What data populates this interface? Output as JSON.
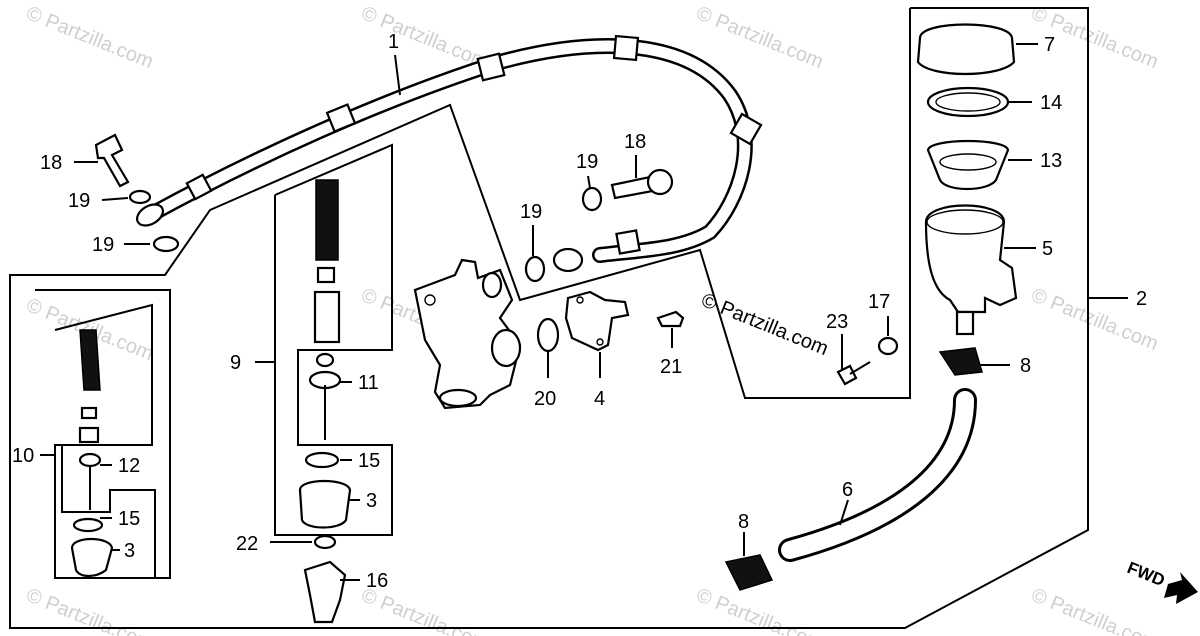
{
  "watermark": "© Partzilla.com",
  "direction_label": "FWD",
  "callouts": [
    {
      "id": "c1",
      "text": "1"
    },
    {
      "id": "c2",
      "text": "2"
    },
    {
      "id": "c3a",
      "text": "3"
    },
    {
      "id": "c3b",
      "text": "3"
    },
    {
      "id": "c4",
      "text": "4"
    },
    {
      "id": "c5",
      "text": "5"
    },
    {
      "id": "c6",
      "text": "6"
    },
    {
      "id": "c7",
      "text": "7"
    },
    {
      "id": "c8a",
      "text": "8"
    },
    {
      "id": "c8b",
      "text": "8"
    },
    {
      "id": "c9",
      "text": "9"
    },
    {
      "id": "c10",
      "text": "10"
    },
    {
      "id": "c11",
      "text": "11"
    },
    {
      "id": "c12",
      "text": "12"
    },
    {
      "id": "c13",
      "text": "13"
    },
    {
      "id": "c14",
      "text": "14"
    },
    {
      "id": "c15a",
      "text": "15"
    },
    {
      "id": "c15b",
      "text": "15"
    },
    {
      "id": "c16",
      "text": "16"
    },
    {
      "id": "c17",
      "text": "17"
    },
    {
      "id": "c18a",
      "text": "18"
    },
    {
      "id": "c18b",
      "text": "18"
    },
    {
      "id": "c19a",
      "text": "19"
    },
    {
      "id": "c19b",
      "text": "19"
    },
    {
      "id": "c19c",
      "text": "19"
    },
    {
      "id": "c19d",
      "text": "19"
    },
    {
      "id": "c20",
      "text": "20"
    },
    {
      "id": "c21",
      "text": "21"
    },
    {
      "id": "c22",
      "text": "22"
    },
    {
      "id": "c23",
      "text": "23"
    }
  ]
}
